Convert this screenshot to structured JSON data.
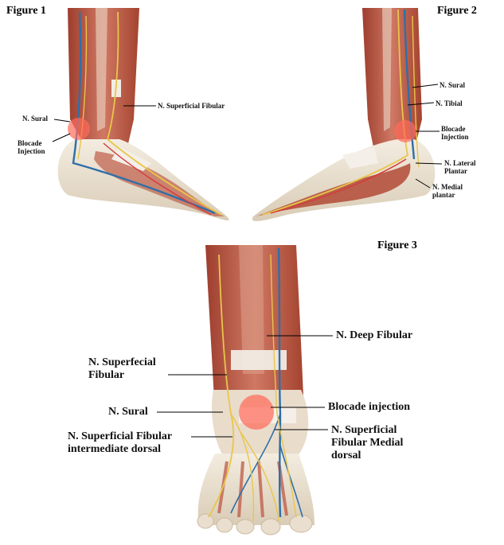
{
  "figures": {
    "fig1": {
      "title": "Figure 1",
      "labels": {
        "sural": "N. Sural",
        "superficial_fibular": "N. Superficial Fibular",
        "blocade": "Blocade\nInjection"
      }
    },
    "fig2": {
      "title": "Figure 2",
      "labels": {
        "sural": "N. Sural",
        "tibial": "N. Tibial",
        "blocade": "Blocade\nInjection",
        "lateral_plantar": "N. Lateral\nPlantar",
        "medial_plantar": "N. Medial\nplantar"
      }
    },
    "fig3": {
      "title": "Figure 3",
      "labels": {
        "deep_fibular": "N. Deep Fibular",
        "superficial_fibular": "N. Superfecial\nFibular",
        "sural": "N. Sural",
        "blocade": "Blocade injection",
        "sf_intermediate": "N. Superficial Fibular\nintermediate dorsal",
        "sf_medial": "N. Superficial\nFibular Medial\ndorsal"
      }
    }
  },
  "colors": {
    "muscle": "#b8533f",
    "muscle_light": "#d98a74",
    "bone": "#eee4d4",
    "tendon": "#f4efe8",
    "nerve": "#e8c64a",
    "vessel": "#2f6fa8",
    "injection": "#ff6b5a"
  }
}
